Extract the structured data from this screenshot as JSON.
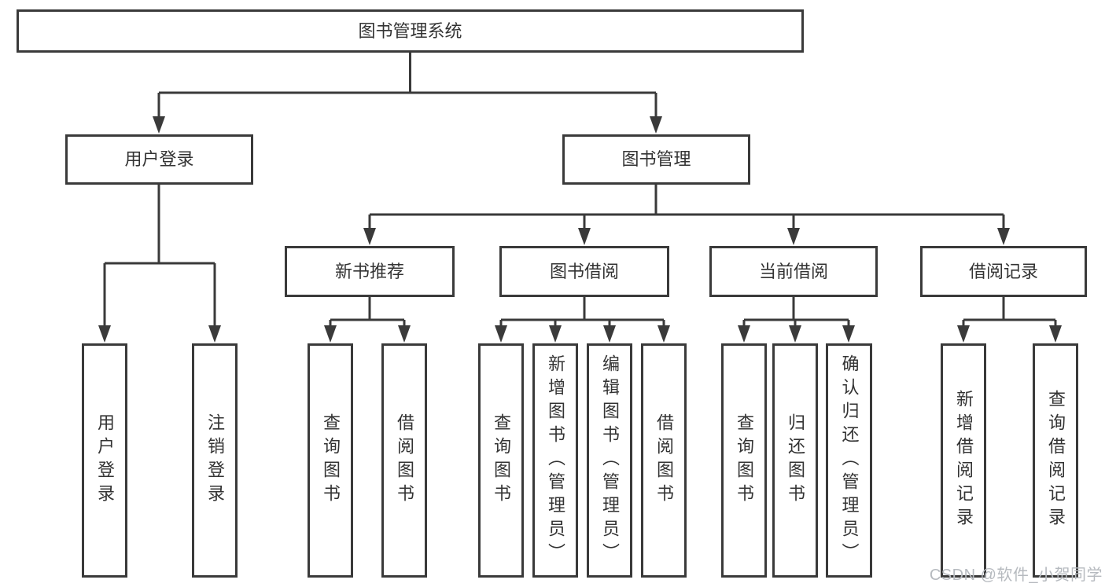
{
  "diagram": {
    "root": {
      "label": "图书管理系统"
    },
    "level2": [
      {
        "label": "用户登录"
      },
      {
        "label": "图书管理"
      }
    ],
    "level3": [
      {
        "label": "新书推荐"
      },
      {
        "label": "图书借阅"
      },
      {
        "label": "当前借阅"
      },
      {
        "label": "借阅记录"
      }
    ],
    "leaves": {
      "user_login": [
        "用户登录",
        "注销登录"
      ],
      "new_book": [
        "查询图书",
        "借阅图书"
      ],
      "borrow": [
        "查询图书",
        "新增图书（管理员）",
        "编辑图书（管理员）",
        "借阅图书"
      ],
      "current": [
        "查询图书",
        "归还图书",
        "确认归还（管理员）"
      ],
      "records": [
        "新增借阅记录",
        "查询借阅记录"
      ]
    }
  },
  "watermark": {
    "text": "CSDN @软件_小贺同学"
  },
  "colors": {
    "line": "#3a3a3a",
    "text": "#333333",
    "background": "#ffffff",
    "watermark": "#b6babf"
  }
}
